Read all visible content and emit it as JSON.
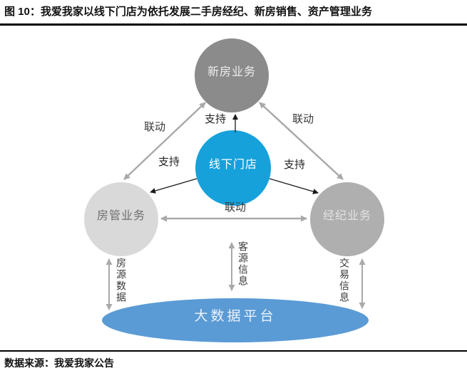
{
  "title": "图 10：我爱我家以线下门店为依托发展二手房经纪、新房销售、资产管理业务",
  "source": "数据来源：我爱我家公告",
  "diagram": {
    "nodes": {
      "new_house": {
        "label": "新房业务",
        "fill": "#8B8B8B"
      },
      "offline_store": {
        "label": "线下门店",
        "fill": "#16A1DB"
      },
      "property_mgmt": {
        "label": "房管业务",
        "fill": "#D9D9D9"
      },
      "brokerage": {
        "label": "经纪业务",
        "fill": "#AFAFAF"
      },
      "big_data_platform": {
        "label": "大数据平台",
        "fill": "#5B9BD5"
      }
    },
    "edges": {
      "linkage_top_left": "联动",
      "linkage_top_right": "联动",
      "linkage_middle": "联动",
      "support_top": "支持",
      "support_left": "支持",
      "support_right": "支持",
      "listing_data": "房源数据",
      "customer_info": "客源信息",
      "transaction_info": "交易信息"
    },
    "colors": {
      "gray_arrow": "#A9A9A9",
      "black_arrow": "#1A1A1A"
    }
  }
}
